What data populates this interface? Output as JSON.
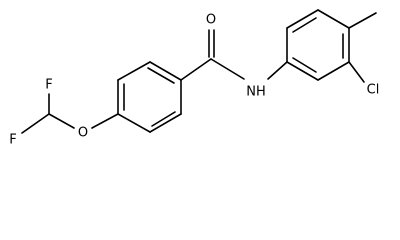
{
  "molecule": {
    "colors": {
      "bond": "#000000",
      "label": "#000000",
      "background": "#ffffff"
    },
    "atoms": {
      "oxygen_carbonyl": "O",
      "nitrogen_amide": "NH",
      "chlorine": "Cl",
      "oxygen_ether": "O",
      "fluorine_upper": "F",
      "fluorine_lower": "F"
    }
  }
}
